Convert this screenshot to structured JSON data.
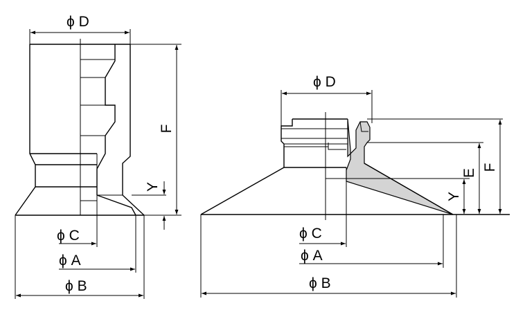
{
  "left_view": {
    "labels": {
      "D": "ϕ D",
      "F": "F",
      "Y": "Y",
      "C": "ϕ C",
      "A": "ϕ A",
      "B": "ϕ B"
    }
  },
  "right_view": {
    "labels": {
      "D": "ϕ D",
      "E": "E",
      "F": "F",
      "Y": "Y",
      "C": "ϕ C",
      "A": "ϕ A",
      "B": "ϕ B"
    }
  },
  "colors": {
    "line": "#000000",
    "section_fill": "#d4d4d4",
    "background": "#ffffff"
  }
}
